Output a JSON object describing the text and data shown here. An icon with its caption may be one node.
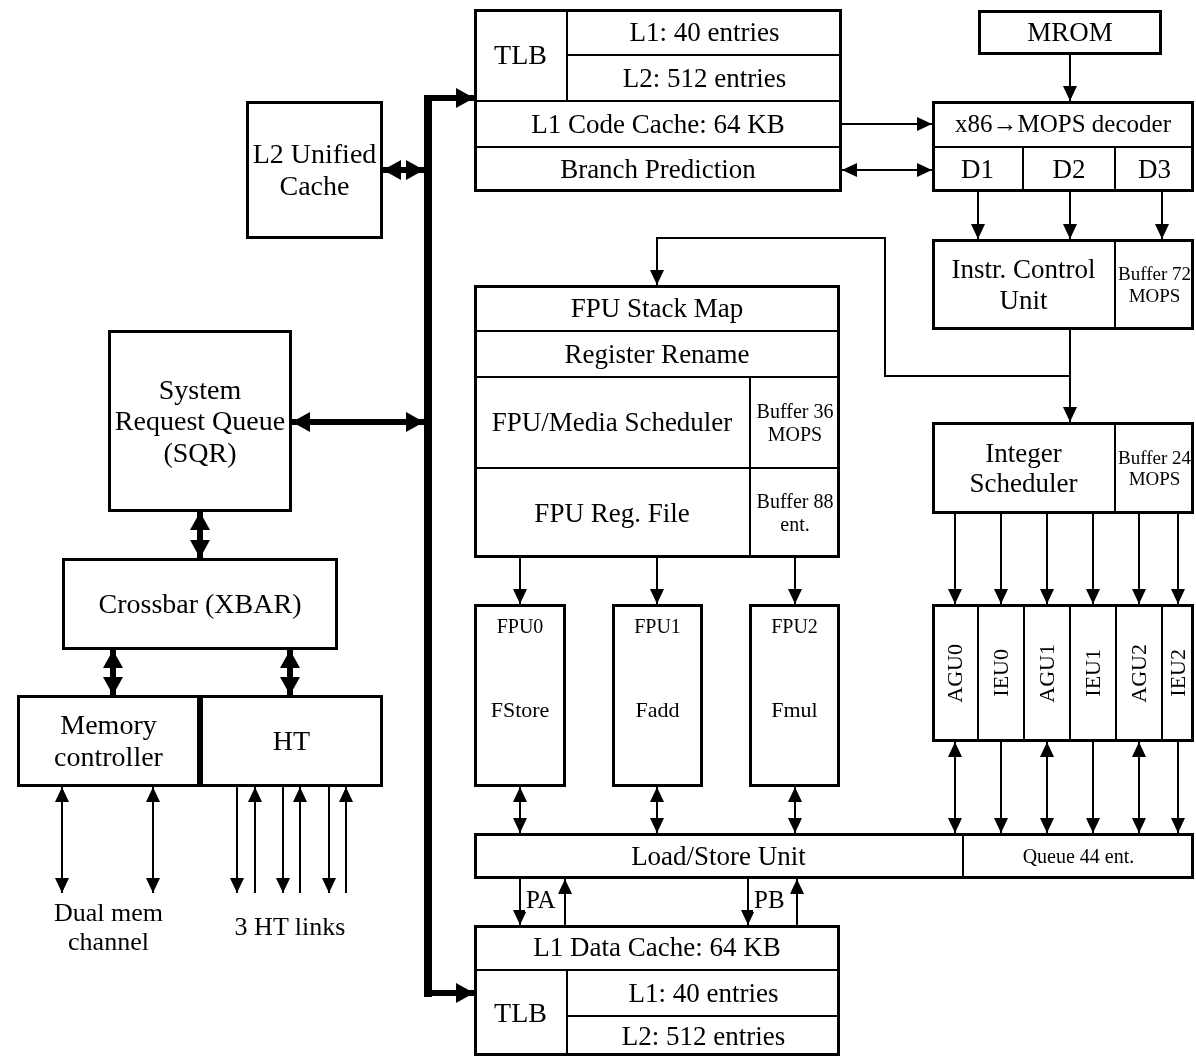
{
  "diagram": {
    "nodes": [
      {
        "text": [],
        "shape": "box"
      },
      {
        "text": [
          "TLB"
        ],
        "in": 0
      },
      {
        "text": [
          "L1: 40 entries"
        ],
        "in": 0
      },
      {
        "text": [
          "L2: 512 entries"
        ],
        "in": 0
      },
      {
        "text": [
          "L1 Code Cache: 64 KB"
        ],
        "in": 0
      },
      {
        "text": [
          "Branch Prediction"
        ],
        "in": 0
      },
      {
        "text": [
          "MROM"
        ]
      },
      {
        "text": [],
        "shape": "box"
      },
      {
        "text": [
          "x86→MOPS decoder"
        ],
        "in": 7
      },
      {
        "text": [
          "D1"
        ],
        "in": 7
      },
      {
        "text": [
          "D2"
        ],
        "in": 7
      },
      {
        "text": [
          "D3"
        ],
        "in": 7
      },
      {
        "text": [
          "L2 Unified Cache"
        ]
      },
      {
        "text": [],
        "shape": "box"
      },
      {
        "text": [
          "Instr. Control Unit"
        ],
        "in": 13
      },
      {
        "text": [
          "Buffer 72 MOPS"
        ],
        "in": 13
      },
      {
        "text": [],
        "shape": "box"
      },
      {
        "text": [
          "FPU Stack Map"
        ],
        "in": 16
      },
      {
        "text": [
          "Register Rename"
        ],
        "in": 16
      },
      {
        "text": [
          "FPU/Media Scheduler"
        ],
        "in": 16
      },
      {
        "text": [
          "Buffer 36 MOPS"
        ],
        "in": 16
      },
      {
        "text": [
          "FPU Reg. File"
        ],
        "in": 16
      },
      {
        "text": [
          "Buffer 88 ent."
        ],
        "in": 16
      },
      {
        "text": [
          "System Request Queue (SQR)"
        ]
      },
      {
        "text": [],
        "shape": "box"
      },
      {
        "text": [
          "Integer Scheduler"
        ],
        "in": 24
      },
      {
        "text": [
          "Buffer 24 MOPS"
        ],
        "in": 24
      },
      {
        "text": [
          "Crossbar (XBAR)"
        ]
      },
      {
        "text": [
          "FPU0",
          "FStore"
        ]
      },
      {
        "text": [
          "FPU1",
          "Fadd"
        ]
      },
      {
        "text": [
          "FPU2",
          "Fmul"
        ]
      },
      {
        "text": [],
        "shape": "box"
      },
      {
        "text": [
          "AGU0"
        ],
        "in": 31
      },
      {
        "text": [
          "IEU0"
        ],
        "in": 31
      },
      {
        "text": [
          "AGU1"
        ],
        "in": 31
      },
      {
        "text": [
          "IEU1"
        ],
        "in": 31
      },
      {
        "text": [
          "AGU2"
        ],
        "in": 31
      },
      {
        "text": [
          "IEU2"
        ],
        "in": 31
      },
      {
        "text": [
          "Memory controller"
        ]
      },
      {
        "text": [
          "HT"
        ]
      },
      {
        "text": [],
        "shape": "box"
      },
      {
        "text": [
          "Load/Store Unit"
        ],
        "in": 40
      },
      {
        "text": [
          "Queue 44 ent."
        ],
        "in": 40
      },
      {
        "text": [
          "Dual mem channel"
        ]
      },
      {
        "text": [
          "3 HT links"
        ]
      },
      {
        "text": [],
        "shape": "box"
      },
      {
        "text": [
          "L1 Data Cache: 64 KB"
        ],
        "in": 45
      },
      {
        "text": [
          "TLB"
        ],
        "in": 45
      },
      {
        "text": [
          "L1: 40 entries"
        ],
        "in": 45
      },
      {
        "text": [
          "L2: 512 entries"
        ],
        "in": 45
      },
      {
        "text": [],
        "shape": "bar"
      }
    ],
    "edges": [
      {
        "from": 12,
        "to": 50,
        "arrow": "both",
        "style": "thick"
      },
      {
        "from": 23,
        "to": 50,
        "arrow": "both",
        "style": "thick"
      },
      {
        "from": 50,
        "to": 0,
        "arrow": "to",
        "style": "thick"
      },
      {
        "from": 50,
        "to": 45,
        "arrow": "to",
        "style": "thick"
      },
      {
        "from": 23,
        "to": 27,
        "arrow": "both",
        "style": "thick"
      },
      {
        "from": 27,
        "to": 38,
        "arrow": "both",
        "style": "thick"
      },
      {
        "from": 27,
        "to": 39,
        "arrow": "both",
        "style": "thick"
      },
      {
        "from": 38,
        "to": 43,
        "arrow": "both"
      },
      {
        "from": 38,
        "to": 43,
        "arrow": "both"
      },
      {
        "from": 39,
        "to": 44,
        "arrow": "to"
      },
      {
        "from": 44,
        "to": 39,
        "arrow": "to"
      },
      {
        "from": 39,
        "to": 44,
        "arrow": "to"
      },
      {
        "from": 44,
        "to": 39,
        "arrow": "to"
      },
      {
        "from": 39,
        "to": 44,
        "arrow": "to"
      },
      {
        "from": 44,
        "to": 39,
        "arrow": "to"
      },
      {
        "from": 4,
        "to": 8,
        "arrow": "to"
      },
      {
        "from": 5,
        "to": 9,
        "arrow": "both"
      },
      {
        "from": 6,
        "to": 8,
        "arrow": "to"
      },
      {
        "from": 9,
        "to": 14,
        "arrow": "to"
      },
      {
        "from": 10,
        "to": 14,
        "arrow": "to"
      },
      {
        "from": 11,
        "to": 15,
        "arrow": "to"
      },
      {
        "from": 14,
        "to": 25,
        "arrow": "to"
      },
      {
        "from": 14,
        "to": 17,
        "arrow": "to"
      },
      {
        "from": 16,
        "to": 28,
        "arrow": "to"
      },
      {
        "from": 16,
        "to": 29,
        "arrow": "to"
      },
      {
        "from": 16,
        "to": 30,
        "arrow": "to"
      },
      {
        "from": 28,
        "to": 41,
        "arrow": "both"
      },
      {
        "from": 29,
        "to": 41,
        "arrow": "both"
      },
      {
        "from": 30,
        "to": 41,
        "arrow": "both"
      },
      {
        "from": 24,
        "to": 32,
        "arrow": "to"
      },
      {
        "from": 24,
        "to": 33,
        "arrow": "to"
      },
      {
        "from": 24,
        "to": 34,
        "arrow": "to"
      },
      {
        "from": 24,
        "to": 35,
        "arrow": "to"
      },
      {
        "from": 24,
        "to": 36,
        "arrow": "to"
      },
      {
        "from": 24,
        "to": 37,
        "arrow": "to"
      },
      {
        "from": 32,
        "to": 42,
        "arrow": "both"
      },
      {
        "from": 33,
        "to": 42,
        "arrow": "to"
      },
      {
        "from": 34,
        "to": 42,
        "arrow": "both"
      },
      {
        "from": 35,
        "to": 42,
        "arrow": "to"
      },
      {
        "from": 36,
        "to": 42,
        "arrow": "both"
      },
      {
        "from": 37,
        "to": 42,
        "arrow": "to"
      },
      {
        "from": 41,
        "to": 46,
        "arrow": "to",
        "label": "PA"
      },
      {
        "from": 46,
        "to": 41,
        "arrow": "to"
      },
      {
        "from": 41,
        "to": 46,
        "arrow": "to",
        "label": "PB"
      },
      {
        "from": 46,
        "to": 41,
        "arrow": "to"
      }
    ]
  }
}
